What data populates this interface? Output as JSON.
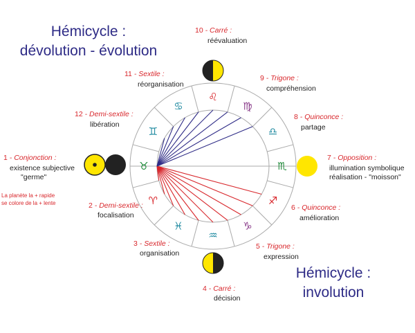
{
  "titles": {
    "top": [
      "Hémicycle :",
      "dévolution - évolution"
    ],
    "bottom": [
      "Hémicycle :",
      "involution"
    ]
  },
  "note": [
    "La planète la + rapide",
    "se colore de la + lente"
  ],
  "colors": {
    "red": "#d8262b",
    "blue": "#2e2b86",
    "yellow": "#ffe600",
    "dark": "#222222",
    "border": "#aaaaaa",
    "teal": "#1f8aa0",
    "green": "#1f8a3a",
    "purple": "#8a3c8a"
  },
  "signs": [
    {
      "name": "aries",
      "glyph": "♈",
      "color": "#d8262b"
    },
    {
      "name": "taurus",
      "glyph": "♉",
      "color": "#1f8a3a"
    },
    {
      "name": "gemini",
      "glyph": "♊",
      "color": "#1f8aa0"
    },
    {
      "name": "cancer",
      "glyph": "♋",
      "color": "#1f8aa0"
    },
    {
      "name": "leo",
      "glyph": "♌",
      "color": "#d8262b"
    },
    {
      "name": "virgo",
      "glyph": "♍",
      "color": "#8a3c8a"
    },
    {
      "name": "libra",
      "glyph": "♎",
      "color": "#1f8aa0"
    },
    {
      "name": "scorpio",
      "glyph": "♏",
      "color": "#1f8a3a"
    },
    {
      "name": "sagittarius",
      "glyph": "♐",
      "color": "#d8262b"
    },
    {
      "name": "capricorn",
      "glyph": "♑",
      "color": "#8a3c8a"
    },
    {
      "name": "aquarius",
      "glyph": "♒",
      "color": "#1f8aa0"
    },
    {
      "name": "pisces",
      "glyph": "♓",
      "color": "#1f8aa0"
    }
  ],
  "phases": [
    {
      "num": "1",
      "aspect": "Conjonction :",
      "desc": [
        "existence subjective",
        "\"germe\""
      ]
    },
    {
      "num": "2",
      "aspect": "Demi-sextile :",
      "desc": [
        "focalisation"
      ]
    },
    {
      "num": "3",
      "aspect": "Sextile :",
      "desc": [
        "organisation"
      ]
    },
    {
      "num": "4",
      "aspect": "Carré :",
      "desc": [
        "décision"
      ]
    },
    {
      "num": "5",
      "aspect": "Trigone :",
      "desc": [
        "expression"
      ]
    },
    {
      "num": "6",
      "aspect": "Quinconce :",
      "desc": [
        "amélioration"
      ]
    },
    {
      "num": "7",
      "aspect": "Opposition :",
      "desc": [
        "illumination symbolique",
        "réalisation - \"moisson\""
      ]
    },
    {
      "num": "8",
      "aspect": "Quinconce :",
      "desc": [
        "partage"
      ]
    },
    {
      "num": "9",
      "aspect": "Trigone :",
      "desc": [
        "compréhension"
      ]
    },
    {
      "num": "10",
      "aspect": "Carré :",
      "desc": [
        "réévaluation"
      ]
    },
    {
      "num": "11",
      "aspect": "Sextile :",
      "desc": [
        "réorganisation"
      ]
    },
    {
      "num": "12",
      "aspect": "Demi-sextile :",
      "desc": [
        "libération"
      ]
    }
  ]
}
